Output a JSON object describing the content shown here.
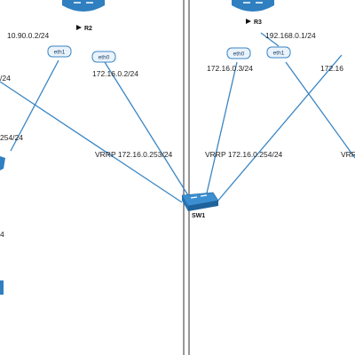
{
  "routers": [
    {
      "name": "R2",
      "icon": "router-icon",
      "color": "#2f7fc1"
    },
    {
      "name": "R3",
      "icon": "router-icon",
      "color": "#2f7fc1"
    }
  ],
  "interfaces": {
    "r2_eth1": "eth1",
    "r2_eth0": "eth0",
    "r3_eth0": "eth0",
    "r3_eth1": "eth1"
  },
  "addresses": {
    "r2_eth1": "10.90.0.2/24",
    "r2_eth0": "172.16.0.2/24",
    "r3_eth0": "172.16.0.3/24",
    "r3_eth1": "192.168.0.1/24",
    "left_top_partial": "/24",
    "left_mid_partial": "254/24",
    "left_low_partial": "4",
    "right_top_partial": "172.16",
    "right_mid_partial": "VRR"
  },
  "vrrp": {
    "left": "VRRP 172.16.0.253/24",
    "right": "VRRP 172.16.0.254/24"
  },
  "switch": {
    "name": "SW1",
    "icon": "switch-icon",
    "color": "#2f7fc1"
  },
  "colors": {
    "link": "#3a86c4",
    "device": "#2f7fc1"
  }
}
